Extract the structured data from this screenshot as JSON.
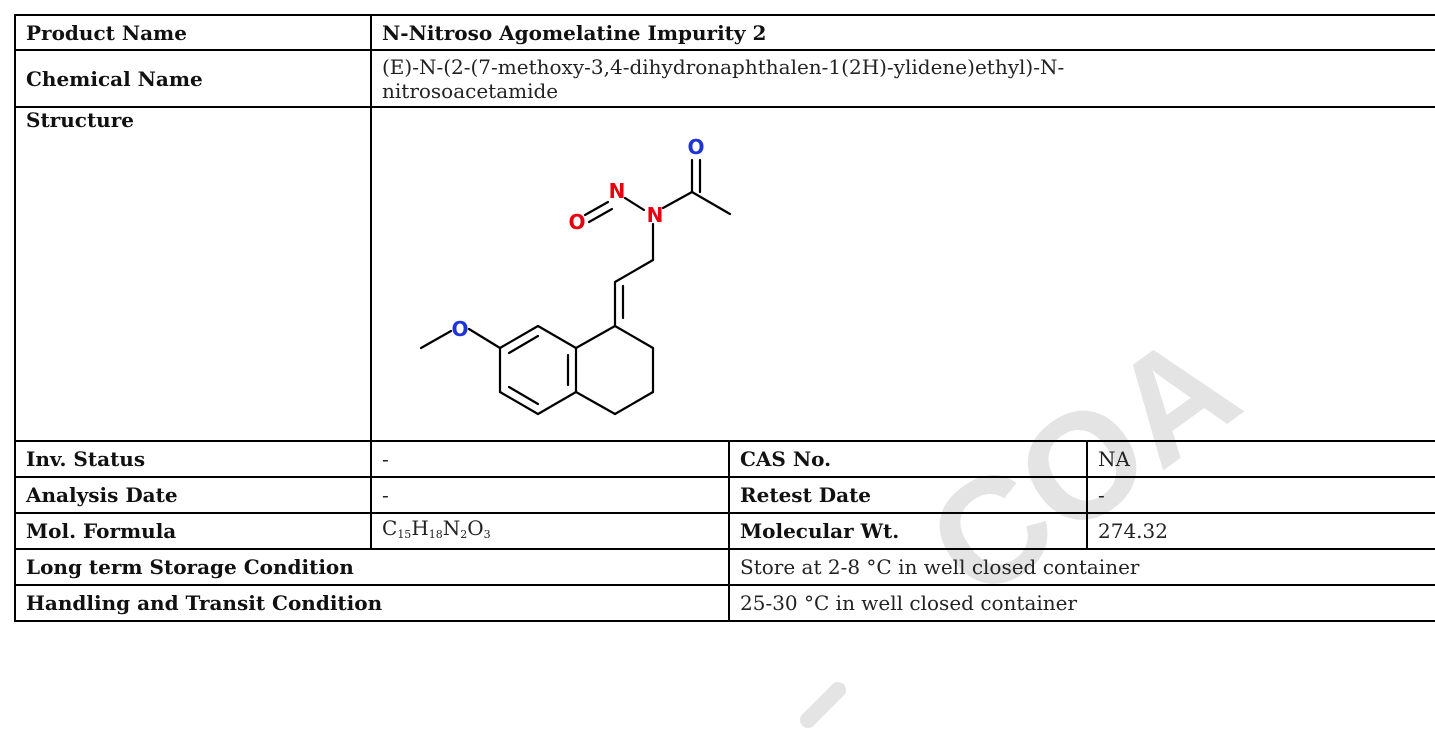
{
  "product": {
    "label": "Product Name",
    "value": "N-Nitroso Agomelatine Impurity 2"
  },
  "chemical_name": {
    "label": "Chemical Name",
    "value_line1": "(E)-N-(2-(7-methoxy-3,4-dihydronaphthalen-1(2H)-ylidene)ethyl)-N-",
    "value_line2": "nitrosoacetamide"
  },
  "structure": {
    "label": "Structure",
    "atoms": {
      "o_carbonyl": "O",
      "n_nitroso": "N",
      "o_nitroso": "O",
      "n_amide": "N",
      "o_methoxy": "O"
    }
  },
  "inv_status": {
    "label": "Inv. Status",
    "value": "-"
  },
  "cas": {
    "label": "CAS No.",
    "value": "NA"
  },
  "analysis_date": {
    "label": "Analysis Date",
    "value": "-"
  },
  "retest_date": {
    "label": "Retest Date",
    "value": "-"
  },
  "formula": {
    "label": "Mol. Formula",
    "parts": [
      {
        "el": "C",
        "n": "15"
      },
      {
        "el": "H",
        "n": "18"
      },
      {
        "el": "N",
        "n": "2"
      },
      {
        "el": "O",
        "n": "3"
      }
    ]
  },
  "mol_wt": {
    "label": "Molecular Wt.",
    "value": "274.32"
  },
  "storage": {
    "label": "Long term Storage Condition",
    "value": "Store at 2-8 °C in well closed container"
  },
  "handling": {
    "label": "Handling and Transit Condition",
    "value": "25-30 °C in well closed container"
  },
  "watermark": {
    "text": "COA",
    "color": "#e4e4e4"
  },
  "colors": {
    "oxygen": "#e8000f",
    "nitrogen": "#1f34d6",
    "carbonyl_oxygen": "#1f34d6"
  }
}
